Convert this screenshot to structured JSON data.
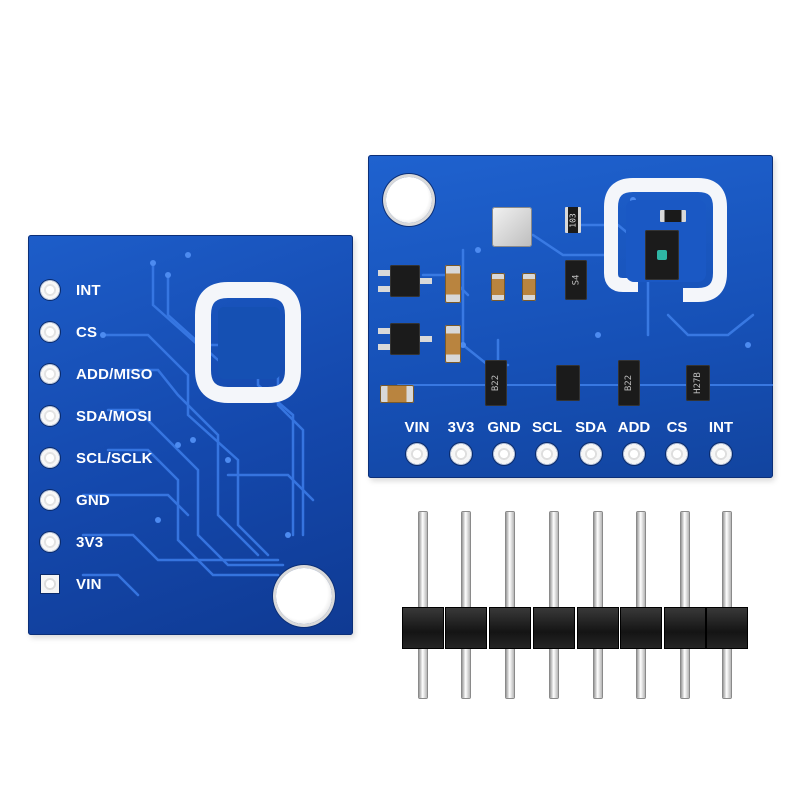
{
  "back_board": {
    "pins": [
      {
        "label": "INT",
        "pad": "round"
      },
      {
        "label": "CS",
        "pad": "round"
      },
      {
        "label": "ADD/MISO",
        "pad": "round"
      },
      {
        "label": "SDA/MOSI",
        "pad": "round"
      },
      {
        "label": "SCL/SCLK",
        "pad": "round"
      },
      {
        "label": "GND",
        "pad": "round"
      },
      {
        "label": "3V3",
        "pad": "round"
      },
      {
        "label": "VIN",
        "pad": "square"
      }
    ]
  },
  "front_board": {
    "pins": [
      "VIN",
      "3V3",
      "GND",
      "SCL",
      "SDA",
      "ADD",
      "CS",
      "INT"
    ],
    "component_markings": {
      "resistor": "103",
      "diode": "S4",
      "ic_1": "B22",
      "ic_2": "B22",
      "ic_3": "H27B"
    }
  },
  "pin_header": {
    "pin_count": 8
  },
  "colors": {
    "pcb_blue": "#1650b6",
    "silkscreen": "#ffffff",
    "pad_silver": "#e3e3e3",
    "header_black": "#1a1a1a"
  }
}
